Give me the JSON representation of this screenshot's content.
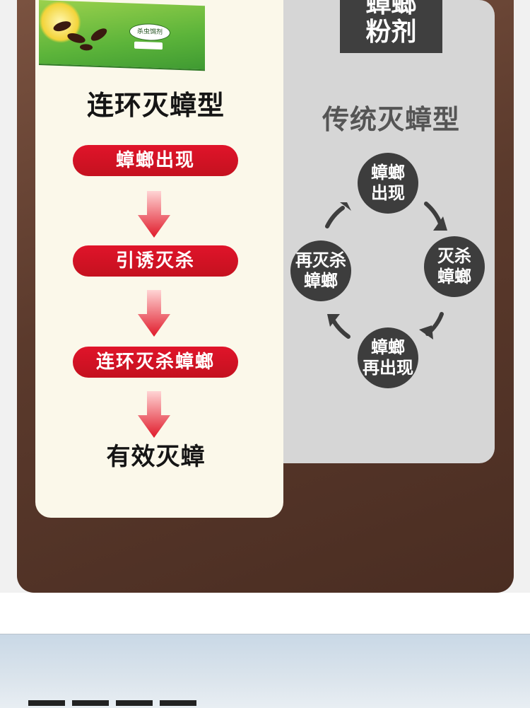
{
  "left": {
    "product_label": "杀虫饵剂",
    "title": "连环灭蟑型",
    "steps": [
      "蟑螂出现",
      "引诱灭杀",
      "连环灭杀蟑螂"
    ],
    "result": "有效灭蟑"
  },
  "right": {
    "tag_line1": "蟑螂",
    "tag_line2": "粉剂",
    "title": "传统灭蟑型",
    "cycle": [
      {
        "line1": "蟑螂",
        "line2": "出现"
      },
      {
        "line1": "灭杀",
        "line2": "蟑螂"
      },
      {
        "line1": "蟑螂",
        "line2": "再出现"
      },
      {
        "line1": "再灭杀",
        "line2": "蟑螂"
      }
    ]
  },
  "colors": {
    "accent_red": "#d8142a",
    "dark_node": "#3d3d3d",
    "panel_brown": "#5b3a2c",
    "card_cream": "#fbf8ea",
    "card_gray": "#d6d6d6"
  },
  "icons": {
    "flow_arrow": "down-arrow-icon",
    "cycle_arrow": "curved-arrow-icon"
  }
}
